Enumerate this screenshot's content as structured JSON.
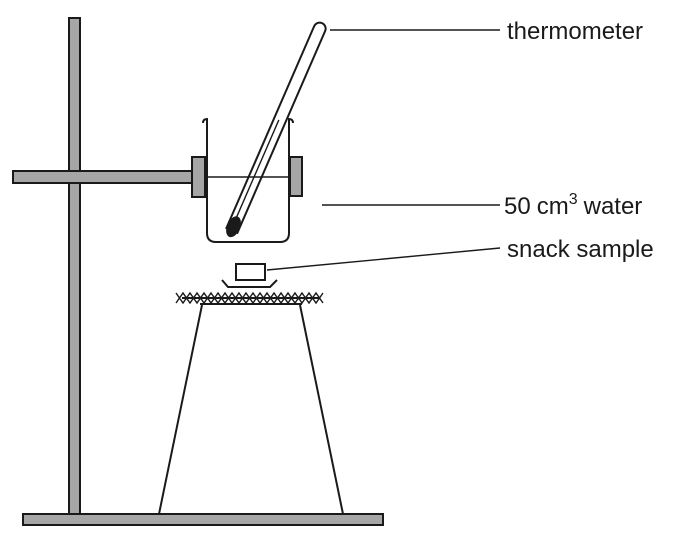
{
  "labels": {
    "thermometer": "thermometer",
    "water_amount": "50",
    "water_unit": "cm",
    "water_exponent": "3",
    "water_word": "water",
    "snack": "snack sample"
  },
  "colors": {
    "ink": "#1a1a1a",
    "metal": "#a6a6a6",
    "background": "#ffffff"
  }
}
